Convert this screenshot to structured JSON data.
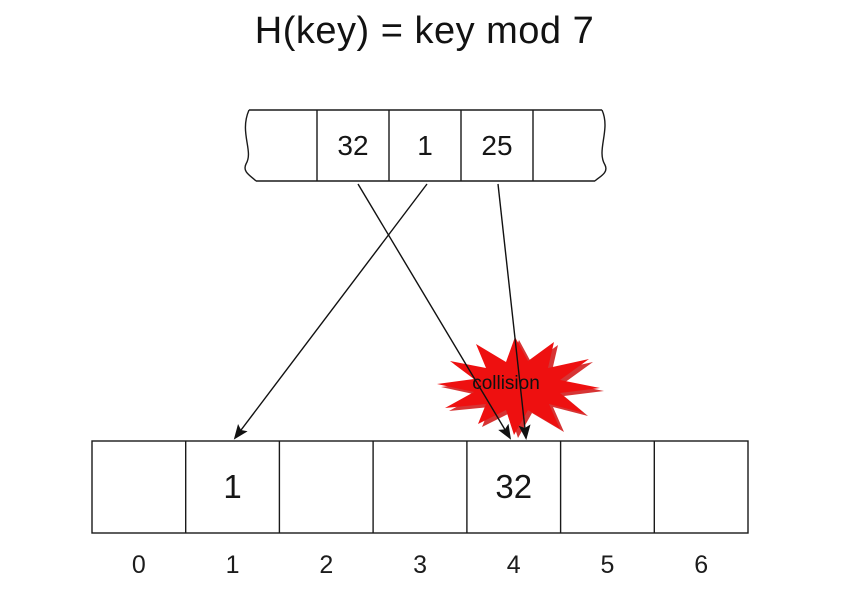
{
  "title": "H(key) = key mod 7",
  "collision": {
    "label": "collision"
  },
  "colors": {
    "line": "#1a1a1a",
    "text": "#121212",
    "starburst_red": "#ee1010",
    "starburst_shadow": "#d01010"
  },
  "input_stream": {
    "cells": [
      {
        "value": ""
      },
      {
        "value": "32"
      },
      {
        "value": "1"
      },
      {
        "value": "25"
      },
      {
        "value": ""
      }
    ]
  },
  "hash_table": {
    "cells": [
      {
        "index": "0",
        "value": ""
      },
      {
        "index": "1",
        "value": "1"
      },
      {
        "index": "2",
        "value": ""
      },
      {
        "index": "3",
        "value": ""
      },
      {
        "index": "4",
        "value": "32"
      },
      {
        "index": "5",
        "value": ""
      },
      {
        "index": "6",
        "value": ""
      }
    ]
  },
  "arrows": [
    {
      "from": "32",
      "to": "slot-4"
    },
    {
      "from": "1",
      "to": "slot-1"
    },
    {
      "from": "25",
      "to": "slot-4"
    }
  ]
}
